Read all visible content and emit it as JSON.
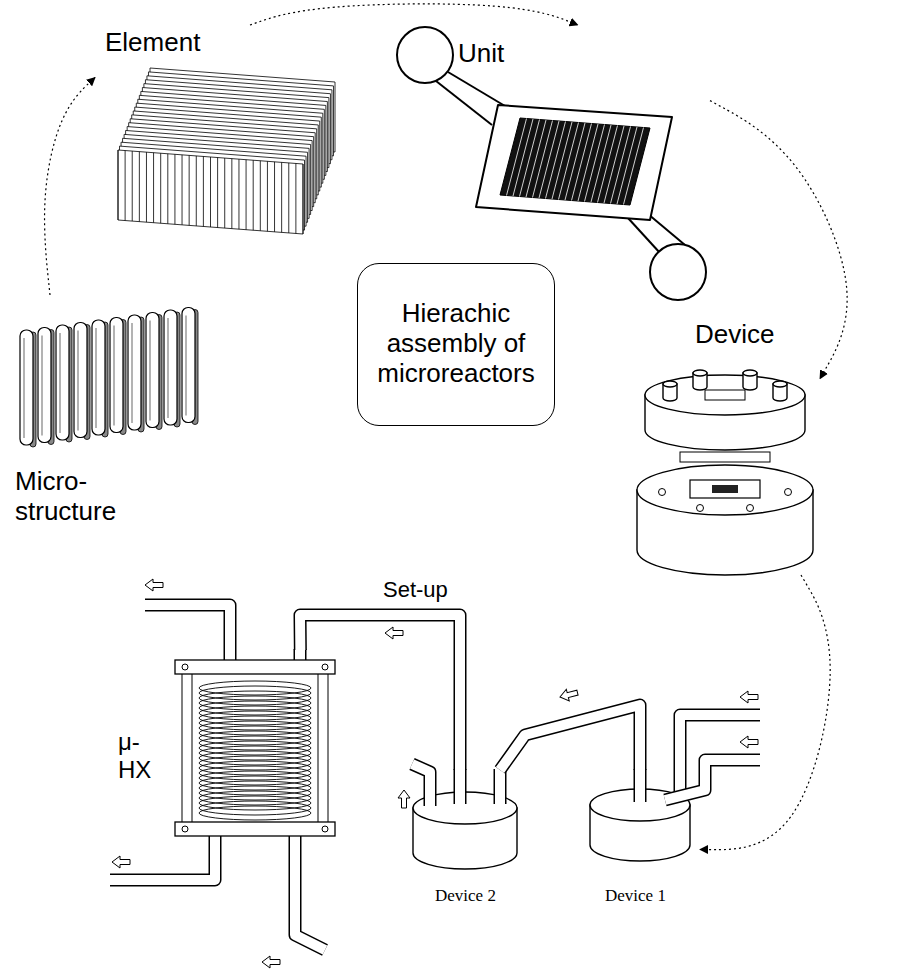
{
  "diagram": {
    "nodes": [
      {
        "text": [
          "Element"
        ]
      },
      {
        "text": [
          "Unit"
        ]
      },
      {
        "text": [
          "Micro- structure"
        ]
      },
      {
        "text": [
          "Hierachic assembly of microreactors"
        ]
      },
      {
        "text": [
          "Device"
        ]
      },
      {
        "text": [
          "μ- HX"
        ]
      },
      {
        "text": [
          "Device 2"
        ]
      },
      {
        "text": [
          "Device 1"
        ]
      }
    ],
    "edges": [
      {
        "from": 2,
        "to": 0,
        "arrow": "to"
      },
      {
        "from": 0,
        "to": 1,
        "arrow": "to"
      },
      {
        "from": 1,
        "to": 4,
        "arrow": "to"
      },
      {
        "from": 4,
        "to": 7,
        "arrow": "to"
      },
      {
        "from": 7,
        "to": 6,
        "arrow": "none"
      },
      {
        "from": 6,
        "to": 5,
        "arrow": "none"
      }
    ],
    "labels": [
      "Set-up"
    ]
  }
}
